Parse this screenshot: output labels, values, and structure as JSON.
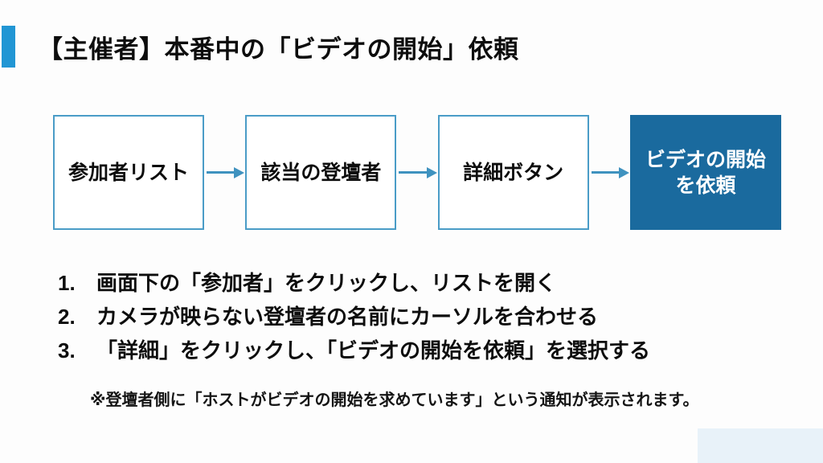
{
  "slide": {
    "title": "【主催者】本番中の「ビデオの開始」依頼",
    "accent_color": "#2196d4",
    "background_color": "#fdfdfd"
  },
  "flow": {
    "box_border_color": "#4a9cc7",
    "arrow_color": "#3f92bf",
    "highlight_fill_color": "#1a6a9e",
    "highlight_text_color": "#ffffff",
    "steps": [
      {
        "label": "参加者リスト",
        "highlighted": false
      },
      {
        "label": "該当の登壇者",
        "highlighted": false
      },
      {
        "label": "詳細ボタン",
        "highlighted": false
      },
      {
        "label": "ビデオの開始\nを依頼",
        "highlighted": true
      }
    ]
  },
  "instructions": [
    {
      "number": "1.",
      "text": "画面下の「参加者」をクリックし、リストを開く"
    },
    {
      "number": "2.",
      "text": "カメラが映らない登壇者の名前にカーソルを合わせる"
    },
    {
      "number": "3.",
      "text": "「詳細」をクリックし、「ビデオの開始を依頼」を選択する"
    }
  ],
  "footnote": "※登壇者側に「ホストがビデオの開始を求めています」という通知が表示されます。"
}
